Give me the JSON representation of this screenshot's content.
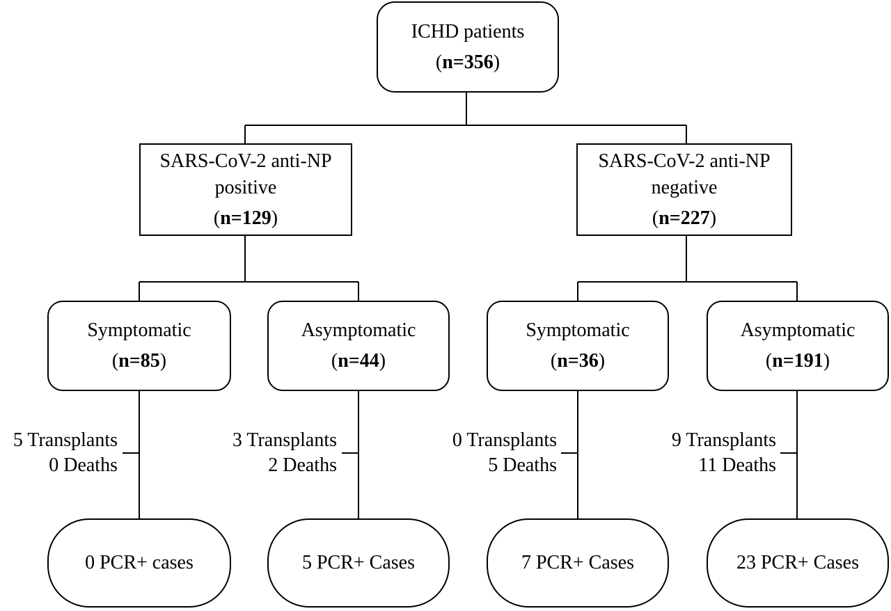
{
  "root": {
    "title": "ICHD patients",
    "n": "n=356"
  },
  "groups": [
    {
      "title_line1": "SARS-CoV-2 anti-NP",
      "title_line2": "positive",
      "n": "n=129",
      "subgroups": [
        {
          "title": "Symptomatic",
          "n": "n=85",
          "transplants": "5 Transplants",
          "deaths": "0 Deaths",
          "outcome": "0 PCR+ cases"
        },
        {
          "title": "Asymptomatic",
          "n": "n=44",
          "transplants": "3 Transplants",
          "deaths": "2 Deaths",
          "outcome": "5 PCR+ Cases"
        }
      ]
    },
    {
      "title_line1": "SARS-CoV-2 anti-NP",
      "title_line2": "negative",
      "n": "n=227",
      "subgroups": [
        {
          "title": "Symptomatic",
          "n": "n=36",
          "transplants": "0 Transplants",
          "deaths": "5 Deaths",
          "outcome": "7 PCR+ Cases"
        },
        {
          "title": "Asymptomatic",
          "n": "n=191",
          "transplants": "9 Transplants",
          "deaths": "11 Deaths",
          "outcome": "23 PCR+ Cases"
        }
      ]
    }
  ],
  "colors": {
    "line": "#000000",
    "background": "#ffffff"
  }
}
